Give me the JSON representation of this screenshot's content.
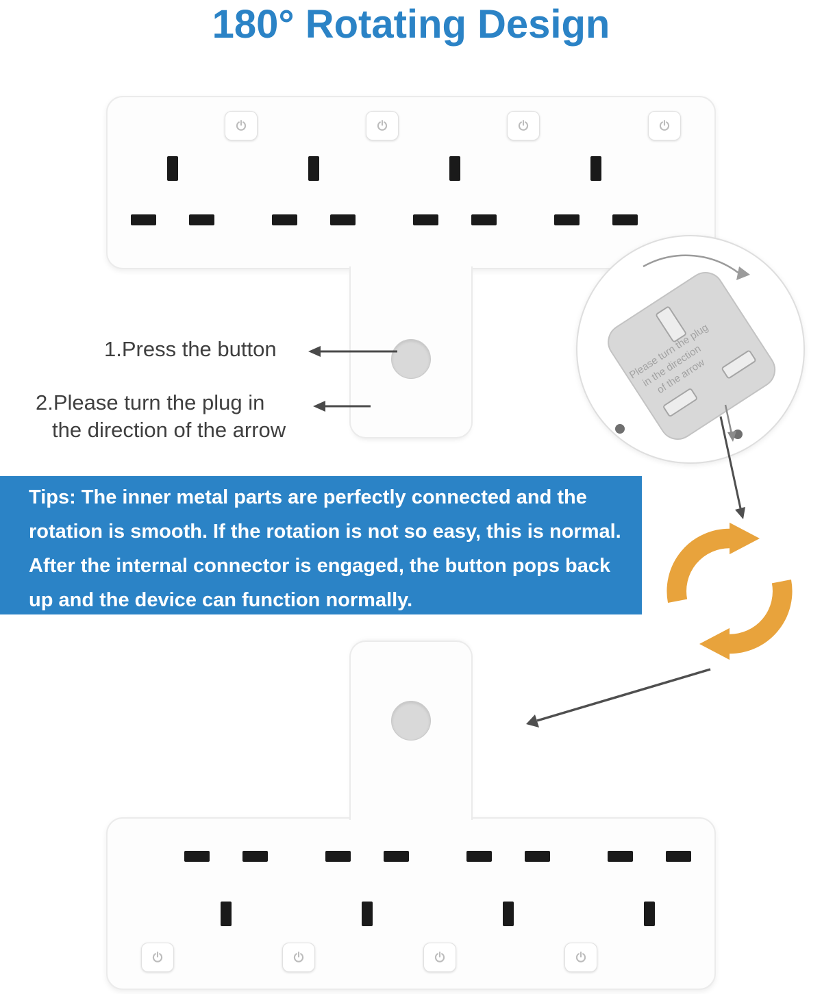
{
  "title": {
    "text": "180° Rotating Design"
  },
  "annotations": {
    "step1": "1.Press the button",
    "step2_line1": "2.Please turn the plug in",
    "step2_line2": "the direction of the arrow"
  },
  "tips": {
    "lines": [
      "Tips: The inner metal parts are perfectly connected and the",
      "rotation is smooth. If the rotation is not so easy, this is normal.",
      "After the internal connector is engaged, the button pops back",
      "up and the device can function normally."
    ]
  },
  "inset": {
    "label_lines": [
      "Please turn the plug",
      "in the direction",
      "of the arrow"
    ]
  },
  "devices": {
    "socket_count": 4,
    "top_orientation": "sockets-up",
    "bottom_orientation": "sockets-down"
  },
  "colors": {
    "accent_blue": "#2b83c6",
    "rotate_arrow_orange": "#e8a33c",
    "device_body": "#fdfdfd",
    "slot_black": "#1a1a1a",
    "annotation_arrow": "#4a4a4a"
  }
}
